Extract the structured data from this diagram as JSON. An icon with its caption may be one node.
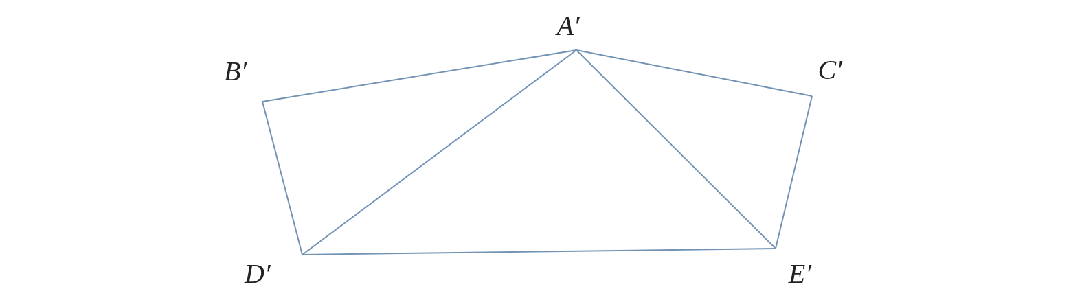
{
  "diagram": {
    "nodes": [
      {
        "text": [
          "A′"
        ]
      },
      {
        "text": [
          "B′"
        ]
      },
      {
        "text": [
          "C′"
        ]
      },
      {
        "text": [
          "D′"
        ]
      },
      {
        "text": [
          "E′"
        ]
      }
    ],
    "edges": [
      {
        "from": 1,
        "to": 0,
        "arrow": "none"
      },
      {
        "from": 0,
        "to": 2,
        "arrow": "none"
      },
      {
        "from": 1,
        "to": 3,
        "arrow": "none"
      },
      {
        "from": 0,
        "to": 3,
        "arrow": "none"
      },
      {
        "from": 0,
        "to": 4,
        "arrow": "none"
      },
      {
        "from": 2,
        "to": 4,
        "arrow": "none"
      },
      {
        "from": 3,
        "to": 4,
        "arrow": "none"
      }
    ]
  }
}
